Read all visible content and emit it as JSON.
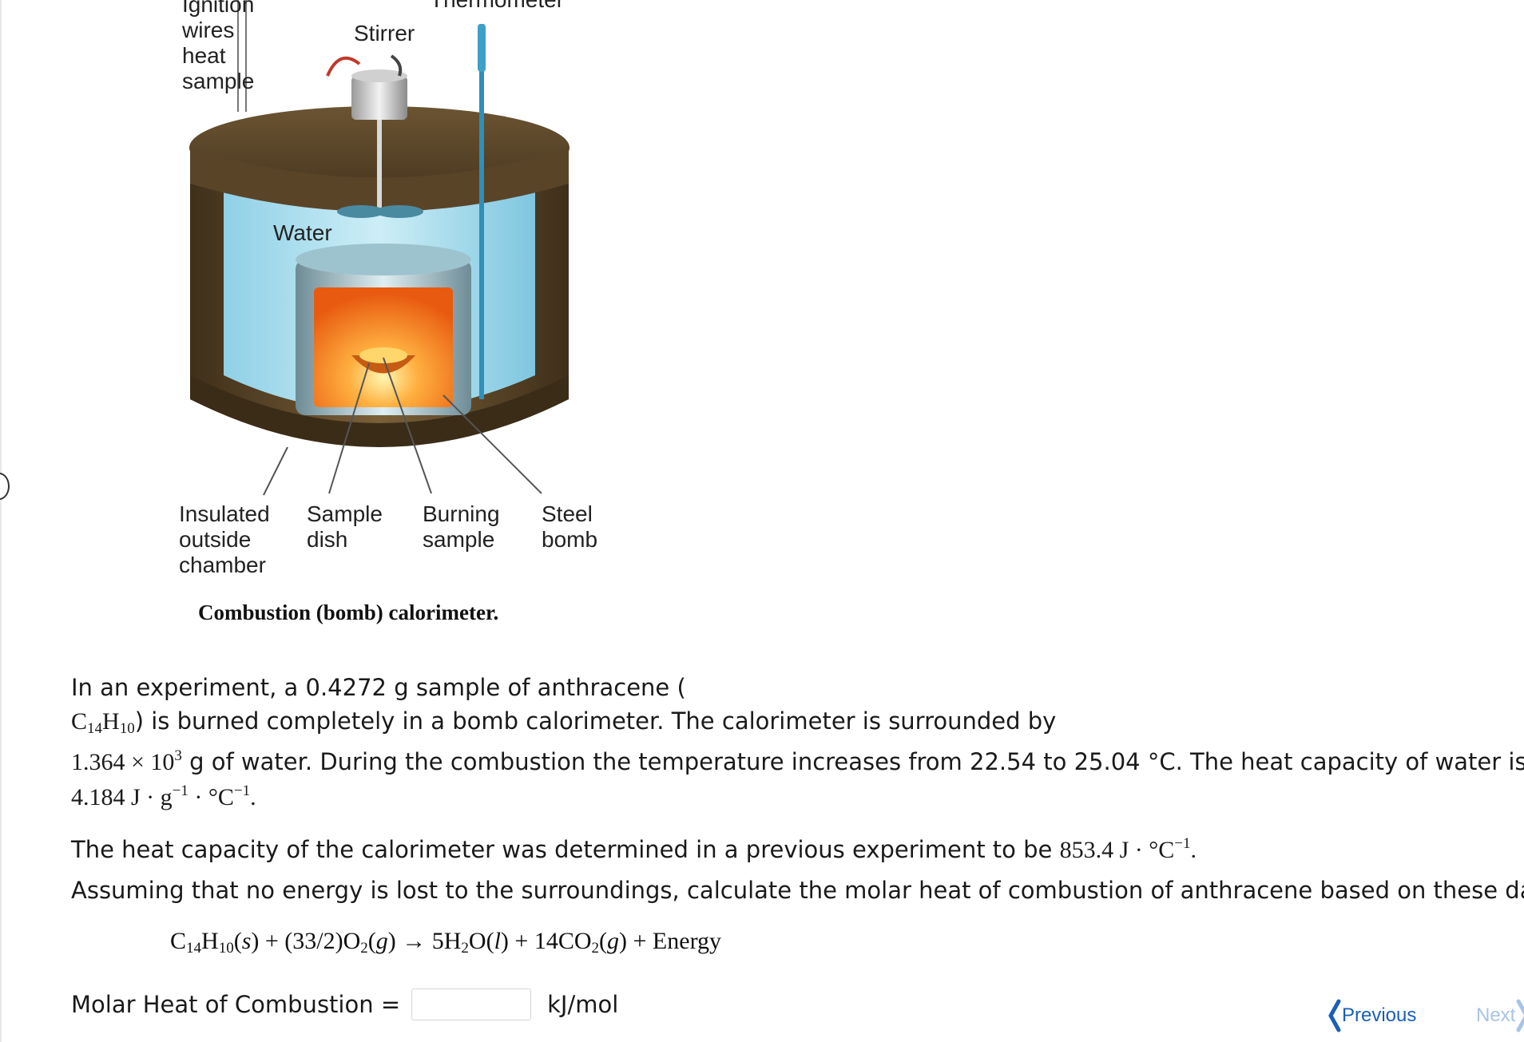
{
  "figure": {
    "labels": {
      "ignition": "Ignition\nwires\nheat\nsample",
      "stirrer": "Stirrer",
      "thermometer": "Thermometer",
      "water": "Water",
      "insulated": "Insulated\noutside\nchamber",
      "sample_dish": "Sample\ndish",
      "burning_sample": "Burning\nsample",
      "steel_bomb": "Steel\nbomb"
    },
    "caption": "Combustion (bomb) calorimeter."
  },
  "problem": {
    "line1": "In an experiment, a 0.4272 g sample of anthracene (",
    "line2_rest": ") is burned completely in a bomb calorimeter. The calorimeter is surrounded by",
    "water_mass_coeff": "1.364 × 10",
    "water_mass_exp": "3",
    "line3_rest": " g of water. During the combustion the temperature increases from 22.54 to 25.04 °C. The heat capacity of water is",
    "cp_value": "4.184 J · g",
    "cp_exp1": "−1",
    "cp_mid": " · °C",
    "cp_exp2": "−1",
    "cp_end": ".",
    "line5_text": "The heat capacity of the calorimeter was determined in a previous experiment to be ",
    "cal_value": "853.4 J · °C",
    "cal_exp": "−1",
    "line6": "Assuming that no energy is lost to the surroundings, calculate the molar heat of combustion of anthracene based on these data."
  },
  "formula": {
    "c": "C",
    "c_sub": "14",
    "h": "H",
    "h_sub": "10"
  },
  "equation": {
    "p1": "C",
    "s1": "14",
    "p2": "H",
    "s2": "10",
    "p3": "(",
    "st1": "s",
    "p4": ") + (33/2)O",
    "s3": "2",
    "p5": "(",
    "st2": "g",
    "p6": ") → 5H",
    "s4": "2",
    "p7": "O(",
    "st3": "l",
    "p8": ") + 14CO",
    "s5": "2",
    "p9": "(",
    "st4": "g",
    "p10": ") + Energy"
  },
  "answer": {
    "label": "Molar Heat of Combustion =",
    "value": "",
    "unit": "kJ/mol"
  },
  "nav": {
    "previous": "Previous",
    "next": "Next"
  },
  "colors": {
    "link": "#1a5fb4",
    "disabled_link": "#a9c3e6"
  }
}
